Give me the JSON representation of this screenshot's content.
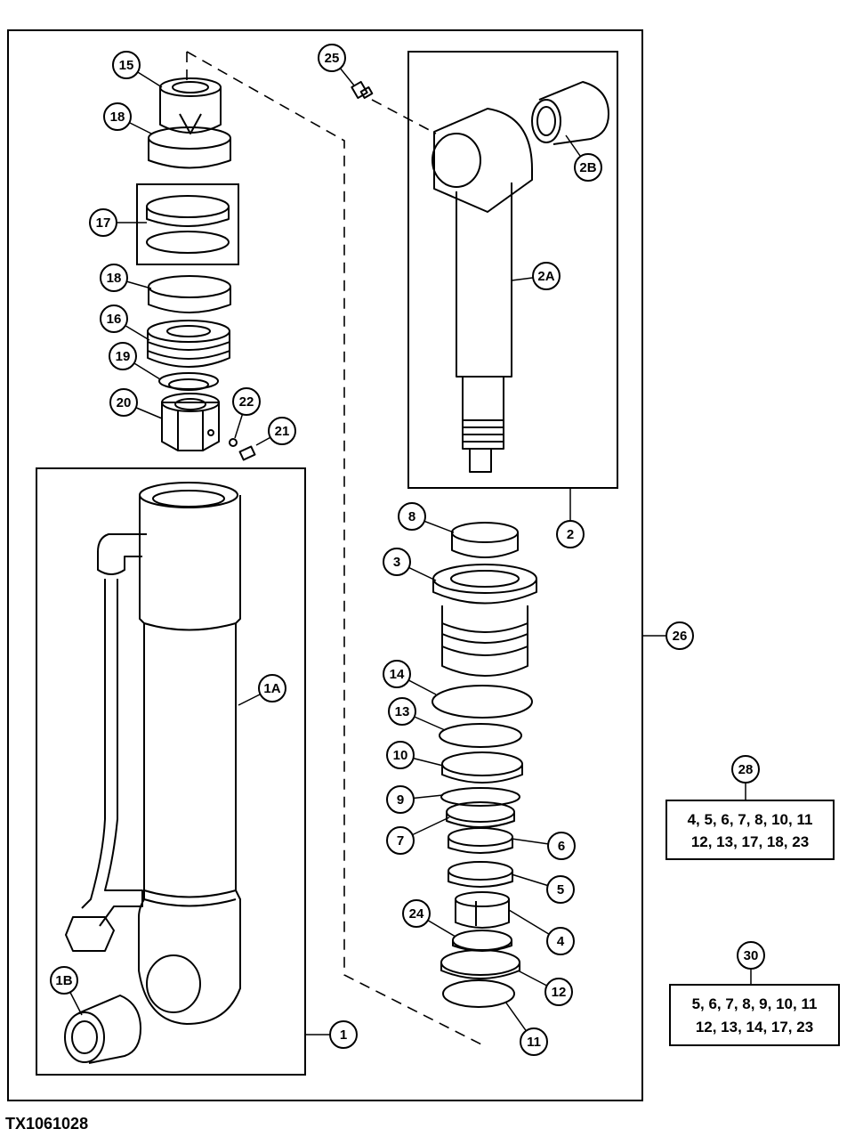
{
  "figure_id": "TX1061028",
  "callouts": [
    "15",
    "18",
    "17",
    "18",
    "16",
    "19",
    "20",
    "22",
    "21",
    "25",
    "2B",
    "2A",
    "2",
    "8",
    "3",
    "26",
    "14",
    "13",
    "10",
    "9",
    "7",
    "6",
    "5",
    "4",
    "24",
    "12",
    "11",
    "1A",
    "1B",
    "1",
    "28",
    "30"
  ],
  "kits": [
    {
      "id": "28",
      "lines": [
        "4, 5, 6, 7, 8, 10, 11",
        "12, 13, 17, 18, 23"
      ]
    },
    {
      "id": "30",
      "lines": [
        "5, 6, 7, 8, 9, 10, 11",
        "12, 13, 14, 17, 23"
      ]
    }
  ]
}
